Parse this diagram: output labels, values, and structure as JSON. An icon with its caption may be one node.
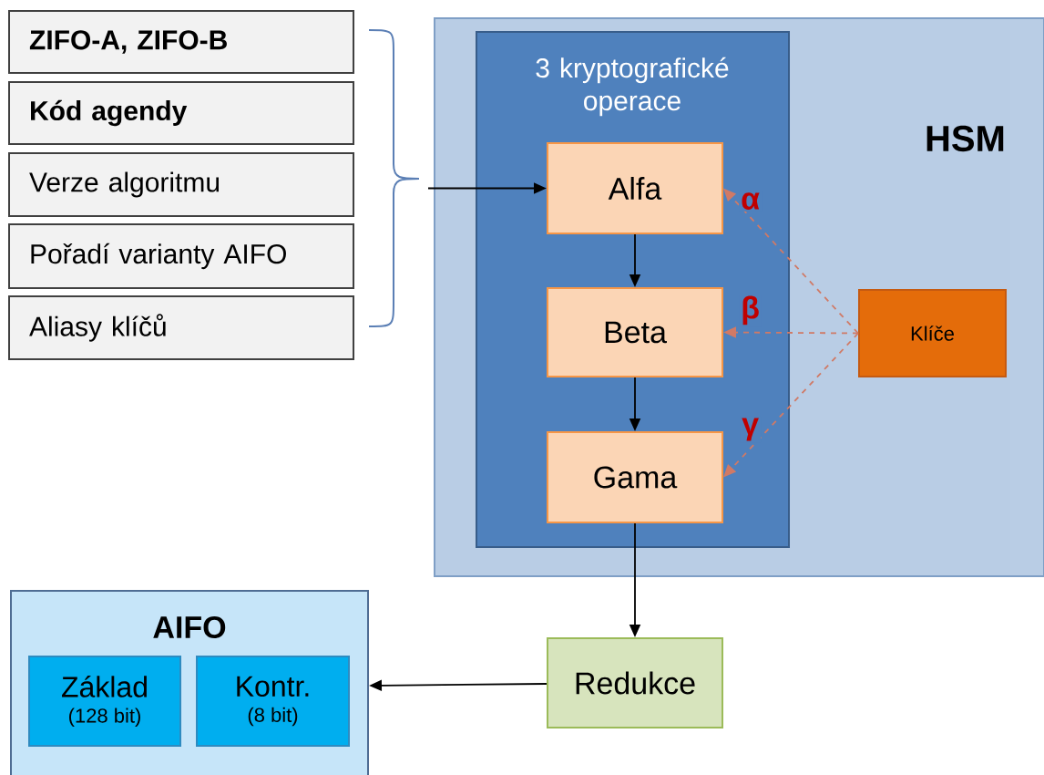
{
  "diagram": {
    "nodes": [
      {
        "text": [
          "ZIFO-A,  ZIFO-B"
        ]
      },
      {
        "text": [
          "Kód agendy"
        ]
      },
      {
        "text": [
          "Verze algoritmu"
        ]
      },
      {
        "text": [
          "Pořadí varianty AIFO"
        ]
      },
      {
        "text": [
          "Aliasy klíčů"
        ]
      },
      {
        "text": [
          "HSM"
        ]
      },
      {
        "text": [
          "3 kryptografické operace"
        ],
        "in": 5
      },
      {
        "text": [
          "Alfa"
        ],
        "in": 6
      },
      {
        "text": [
          "Beta"
        ],
        "in": 6
      },
      {
        "text": [
          "Gama"
        ],
        "in": 6
      },
      {
        "text": [
          "Klíče"
        ],
        "in": 5
      },
      {
        "text": [
          "Redukce"
        ]
      },
      {
        "text": [
          "AIFO"
        ]
      },
      {
        "text": [
          "Základ",
          "(128 bit)"
        ],
        "in": 12
      },
      {
        "text": [
          "Kontr.",
          "(8 bit)"
        ],
        "in": 12
      }
    ],
    "edges": [
      {
        "from": null,
        "to": 7,
        "arrow": "to"
      },
      {
        "from": 7,
        "to": 8,
        "arrow": "to"
      },
      {
        "from": 8,
        "to": 9,
        "arrow": "to"
      },
      {
        "from": 10,
        "to": 7,
        "arrow": "to",
        "label": "α",
        "style": "dashed",
        "color": "#d07a66"
      },
      {
        "from": 10,
        "to": 8,
        "arrow": "to",
        "label": "β",
        "style": "dashed",
        "color": "#d07a66"
      },
      {
        "from": 10,
        "to": 9,
        "arrow": "to",
        "label": "γ",
        "style": "dashed",
        "color": "#d07a66"
      },
      {
        "from": 9,
        "to": 11,
        "arrow": "to"
      },
      {
        "from": 11,
        "to": 12,
        "arrow": "to"
      }
    ]
  }
}
